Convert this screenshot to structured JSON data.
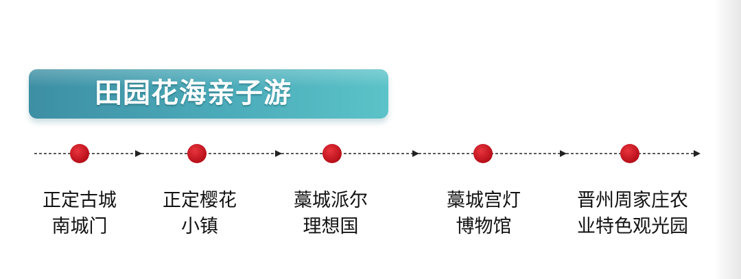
{
  "banner": {
    "title": "田园花海亲子游"
  },
  "colors": {
    "banner_start": "#3d8fa3",
    "banner_end": "#5bc3c8",
    "node": "#c8101c",
    "line": "#222222"
  },
  "stops": [
    {
      "line1": "正定古城",
      "line2": "南城门"
    },
    {
      "line1": "正定樱花",
      "line2": "小镇"
    },
    {
      "line1": "藁城派尔",
      "line2": "理想国"
    },
    {
      "line1": "藁城宫灯",
      "line2": "博物馆"
    },
    {
      "line1": "晋州周家庄农",
      "line2": "业特色观光园"
    }
  ]
}
